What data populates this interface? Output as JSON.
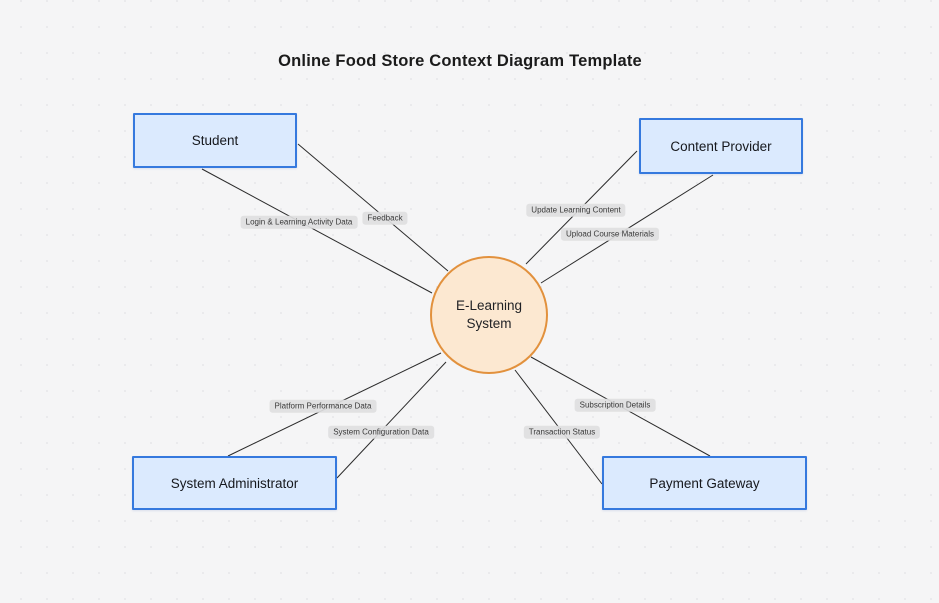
{
  "title": "Online Food Store Context Diagram Template",
  "diagram": {
    "process": {
      "label": "E-Learning System",
      "shape": "circle"
    },
    "external_entities": [
      {
        "id": "student",
        "label": "Student"
      },
      {
        "id": "content-provider",
        "label": "Content Provider"
      },
      {
        "id": "system-administrator",
        "label": "System Administrator"
      },
      {
        "id": "payment-gateway",
        "label": "Payment Gateway"
      }
    ],
    "flows": [
      {
        "from": "Student",
        "to": "E-Learning System",
        "label": "Login & Learning Activity Data"
      },
      {
        "from": "Student",
        "to": "E-Learning System",
        "label": "Feedback"
      },
      {
        "from": "Content Provider",
        "to": "E-Learning System",
        "label": "Update Learning Content"
      },
      {
        "from": "Content Provider",
        "to": "E-Learning System",
        "label": "Upload Course Materials"
      },
      {
        "from": "E-Learning System",
        "to": "System Administrator",
        "label": "Platform Performance Data"
      },
      {
        "from": "E-Learning System",
        "to": "System Administrator",
        "label": "System Configuration Data"
      },
      {
        "from": "E-Learning System",
        "to": "Payment Gateway",
        "label": "Subscription Details"
      },
      {
        "from": "E-Learning System",
        "to": "Payment Gateway",
        "label": "Transaction Status"
      }
    ],
    "colors": {
      "background": "#f5f5f6",
      "entity_fill": "#dbeafe",
      "entity_border": "#3579de",
      "process_fill": "#fce8d1",
      "process_border": "#e2913d",
      "edge_line": "#2b2b2b",
      "flow_label_bg": "#dedee0"
    }
  }
}
